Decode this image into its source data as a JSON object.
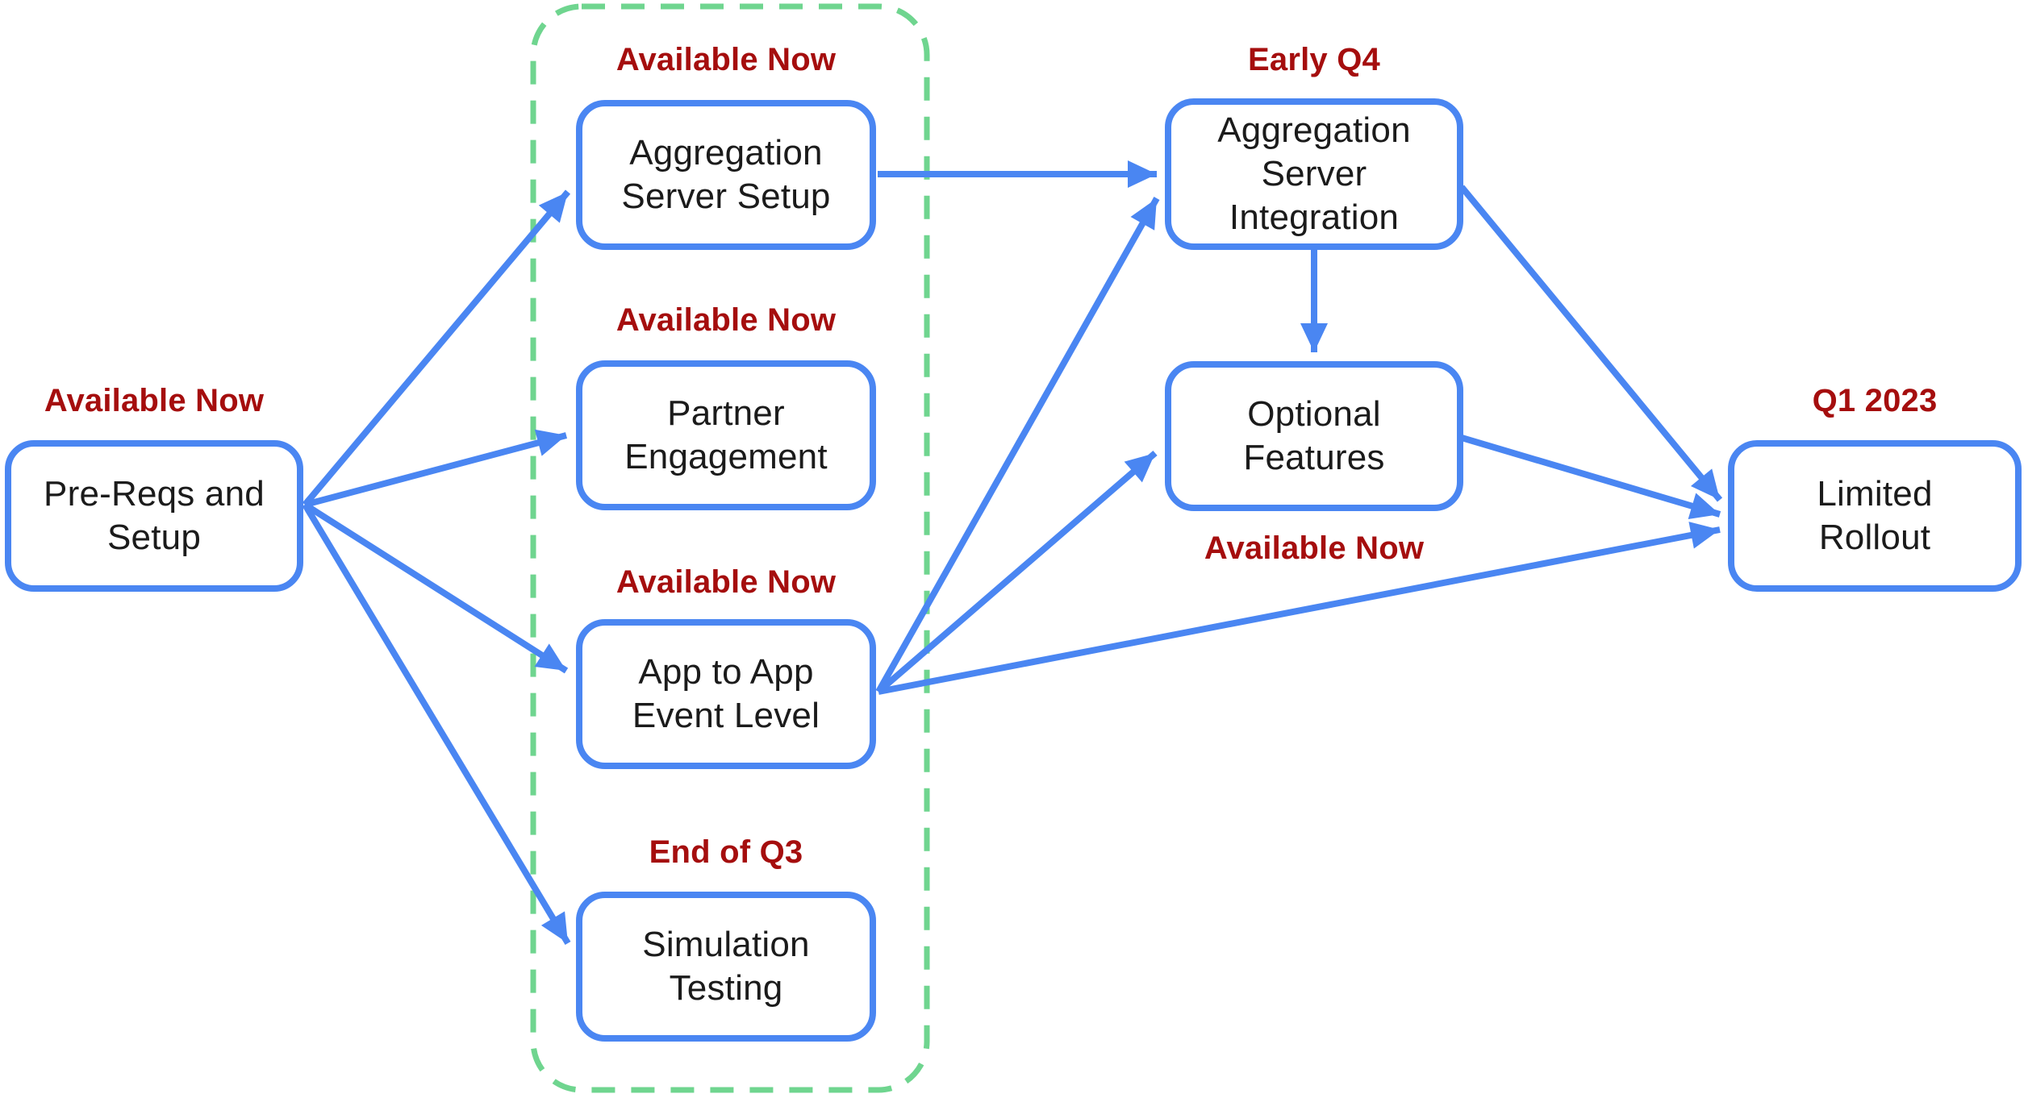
{
  "diagram": {
    "kind": "roadmap-flowchart",
    "colors": {
      "node_border": "#4a86f2",
      "arrow": "#4a86f2",
      "status_text": "#a50e0e",
      "group_outline": "#6fd58f",
      "node_text": "#1b1b1b",
      "background": "#ffffff"
    },
    "nodes": [
      {
        "id": "pre-reqs-and-setup",
        "label": "Pre-Reqs and\nSetup",
        "status": "Available Now",
        "status_position": "above"
      },
      {
        "id": "aggregation-server-setup",
        "label": "Aggregation\nServer Setup",
        "status": "Available Now",
        "status_position": "above"
      },
      {
        "id": "partner-engagement",
        "label": "Partner\nEngagement",
        "status": "Available Now",
        "status_position": "above"
      },
      {
        "id": "app-to-app-event-level",
        "label": "App to App\nEvent Level",
        "status": "Available Now",
        "status_position": "above"
      },
      {
        "id": "simulation-testing",
        "label": "Simulation\nTesting",
        "status": "End of Q3",
        "status_position": "above"
      },
      {
        "id": "aggregation-server-integration",
        "label": "Aggregation\nServer\nIntegration",
        "status": "Early Q4",
        "status_position": "above"
      },
      {
        "id": "optional-features",
        "label": "Optional\nFeatures",
        "status": "Available Now",
        "status_position": "below"
      },
      {
        "id": "limited-rollout",
        "label": "Limited\nRollout",
        "status": "Q1 2023",
        "status_position": "above"
      }
    ],
    "group": {
      "style": "dashed",
      "contains": [
        "aggregation-server-setup",
        "partner-engagement",
        "app-to-app-event-level",
        "simulation-testing"
      ]
    },
    "edges": [
      {
        "from": "pre-reqs-and-setup",
        "to": "aggregation-server-setup"
      },
      {
        "from": "pre-reqs-and-setup",
        "to": "partner-engagement"
      },
      {
        "from": "pre-reqs-and-setup",
        "to": "app-to-app-event-level"
      },
      {
        "from": "pre-reqs-and-setup",
        "to": "simulation-testing"
      },
      {
        "from": "aggregation-server-setup",
        "to": "aggregation-server-integration"
      },
      {
        "from": "app-to-app-event-level",
        "to": "aggregation-server-integration"
      },
      {
        "from": "app-to-app-event-level",
        "to": "optional-features"
      },
      {
        "from": "app-to-app-event-level",
        "to": "limited-rollout"
      },
      {
        "from": "aggregation-server-integration",
        "to": "optional-features"
      },
      {
        "from": "aggregation-server-integration",
        "to": "limited-rollout"
      },
      {
        "from": "optional-features",
        "to": "limited-rollout"
      }
    ]
  }
}
